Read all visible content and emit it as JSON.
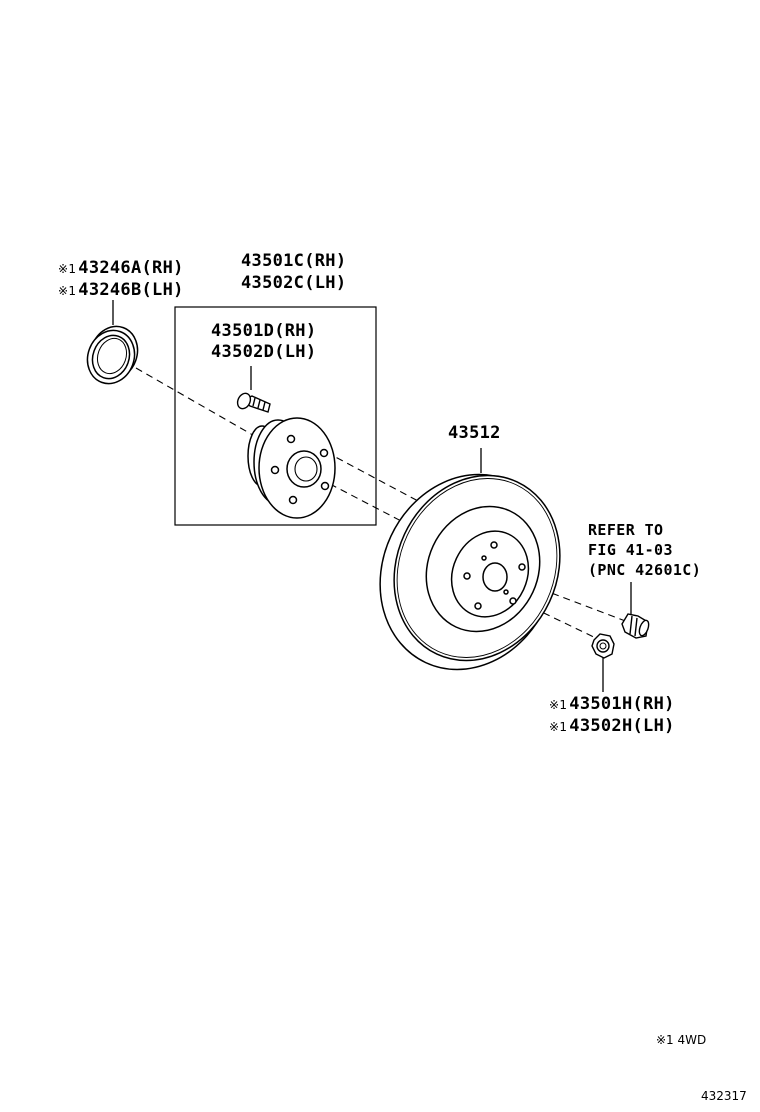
{
  "note_mark": "※1",
  "labels": {
    "seal_rh": "43246A(RH)",
    "seal_lh": "43246B(LH)",
    "hub_rh": "43501C(RH)",
    "hub_lh": "43502C(LH)",
    "bolt_rh": "43501D(RH)",
    "bolt_lh": "43502D(LH)",
    "disc": "43512",
    "refer_line1": "REFER TO",
    "refer_line2": "FIG 41-03",
    "refer_line3": "(PNC 42601C)",
    "nut_rh": "43501H(RH)",
    "nut_lh": "43502H(LH)"
  },
  "footnote": {
    "mark": "※1",
    "text": "4WD"
  },
  "figure_number": "432317"
}
